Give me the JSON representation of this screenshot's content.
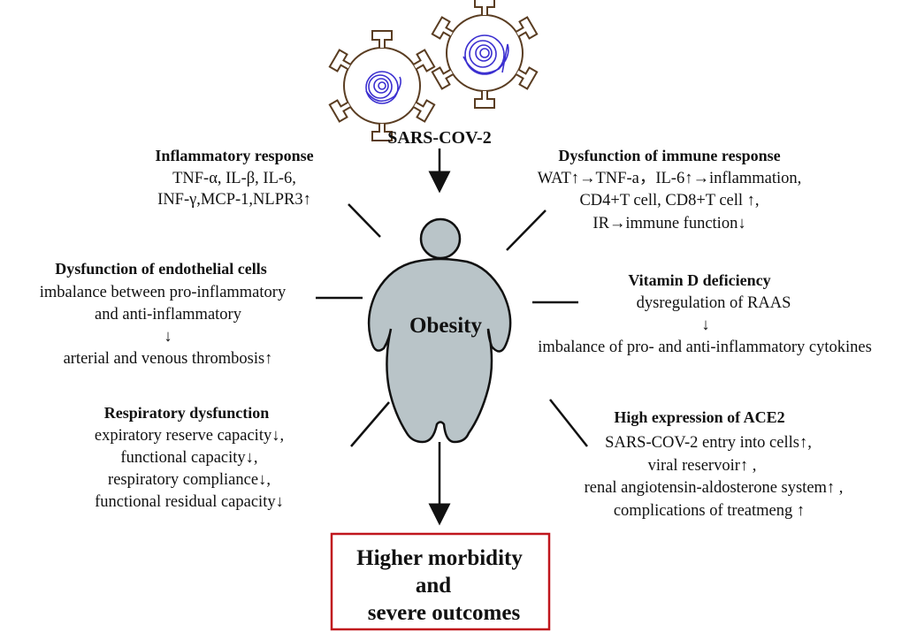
{
  "virus_label": "SARS-COV-2",
  "center_label": "Obesity",
  "colors": {
    "virus_outline": "#5a3d22",
    "virus_rna": "#3b2fd0",
    "body_fill": "#b9c4c8",
    "outcome_border": "#c0161d"
  },
  "blocks": {
    "inflammatory": {
      "title": "Inflammatory response",
      "lines": [
        "TNF-α, IL-β, IL-6,",
        "INF-γ,MCP-1,NLPR3↑"
      ]
    },
    "endothelial": {
      "title": "Dysfunction of  endothelial cells",
      "lines": [
        "imbalance between pro-inflammatory",
        "and anti-inflammatory",
        "↓",
        "arterial and venous thrombosis↑"
      ]
    },
    "respiratory": {
      "title": "Respiratory dysfunction",
      "lines": [
        "expiratory reserve capacity↓,",
        "functional capacity↓,",
        "respiratory compliance↓,",
        "functional residual capacity↓"
      ]
    },
    "immune": {
      "title": "Dysfunction of immune response",
      "lines": [
        "WAT↑→TNF-a，IL-6↑→inflammation,",
        "CD4+T cell, CD8+T cell ↑,",
        "IR→immune function↓"
      ]
    },
    "vitamin_d": {
      "title": "Vitamin D deficiency",
      "lines": [
        "dysregulation of RAAS",
        "↓",
        "imbalance of  pro- and anti-inflammatory cytokines"
      ]
    },
    "ace2": {
      "title": "High expression of ACE2",
      "lines": [
        "SARS-COV-2 entry into cells↑,",
        "viral reservoir↑ ,",
        "renal angiotensin-aldosterone system↑ ,",
        "complications of treatmeng ↑"
      ]
    }
  },
  "outcome": {
    "lines": [
      "Higher morbidity",
      "and",
      "severe outcomes"
    ]
  }
}
